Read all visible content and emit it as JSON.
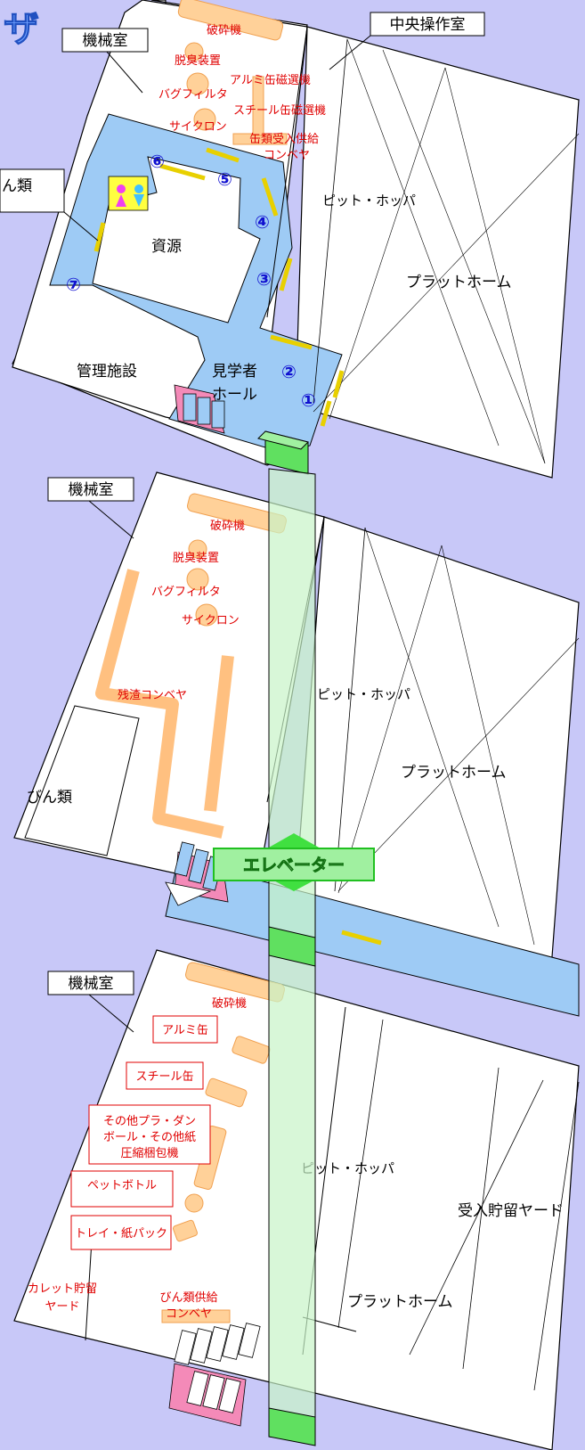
{
  "title_fragment": "ザ",
  "top_floor": {
    "callout_machine_room": "機械室",
    "callout_control_room": "中央操作室",
    "callout_bottles": "ん類",
    "labels": {
      "crusher": "破砕機",
      "deodorizer": "脱臭装置",
      "aluminum_separator": "アルミ缶磁選機",
      "bag_filter": "バグフィルタ",
      "steel_separator": "スチール缶磁選機",
      "cyclone": "サイクロン",
      "can_conveyor_1": "缶類受入供給",
      "can_conveyor_2": "コンベヤ",
      "pit_hopper": "ピット・ホッパ",
      "resources": "資源",
      "platform": "プラットホーム",
      "admin": "管理施設",
      "visitor_hall_1": "見学者",
      "visitor_hall_2": "ホール"
    },
    "viewpoints": [
      "①",
      "②",
      "③",
      "④",
      "⑤",
      "⑥",
      "⑦"
    ]
  },
  "middle_floor": {
    "callout_machine_room": "機械室",
    "labels": {
      "crusher": "破砕機",
      "deodorizer": "脱臭装置",
      "bag_filter": "バグフィルタ",
      "cyclone": "サイクロン",
      "residue_conveyor": "残渣コンベヤ",
      "pit_hopper": "ピット・ホッパ",
      "platform": "プラットホーム",
      "bottles": "びん類"
    }
  },
  "elevator": {
    "label": "エレベーター"
  },
  "bottom_floor": {
    "callout_machine_room": "機械室",
    "labels": {
      "crusher": "破砕機",
      "aluminum_can": "アルミ缶",
      "steel_can": "スチール缶",
      "baler_1": "その他プラ・ダン",
      "baler_2": "ボール・その他紙",
      "baler_3": "圧縮梱包機",
      "pet_bottle": "ペットボトル",
      "tray_carton": "トレイ・紙パック",
      "cullet_yard_1": "カレット貯留",
      "cullet_yard_2": "ヤード",
      "bottle_conveyor_1": "びん類供給",
      "bottle_conveyor_2": "コンベヤ",
      "pit_hopper": "ピット・ホッパ",
      "receiving_yard": "受入貯留ヤード",
      "platform": "プラットホーム"
    }
  }
}
